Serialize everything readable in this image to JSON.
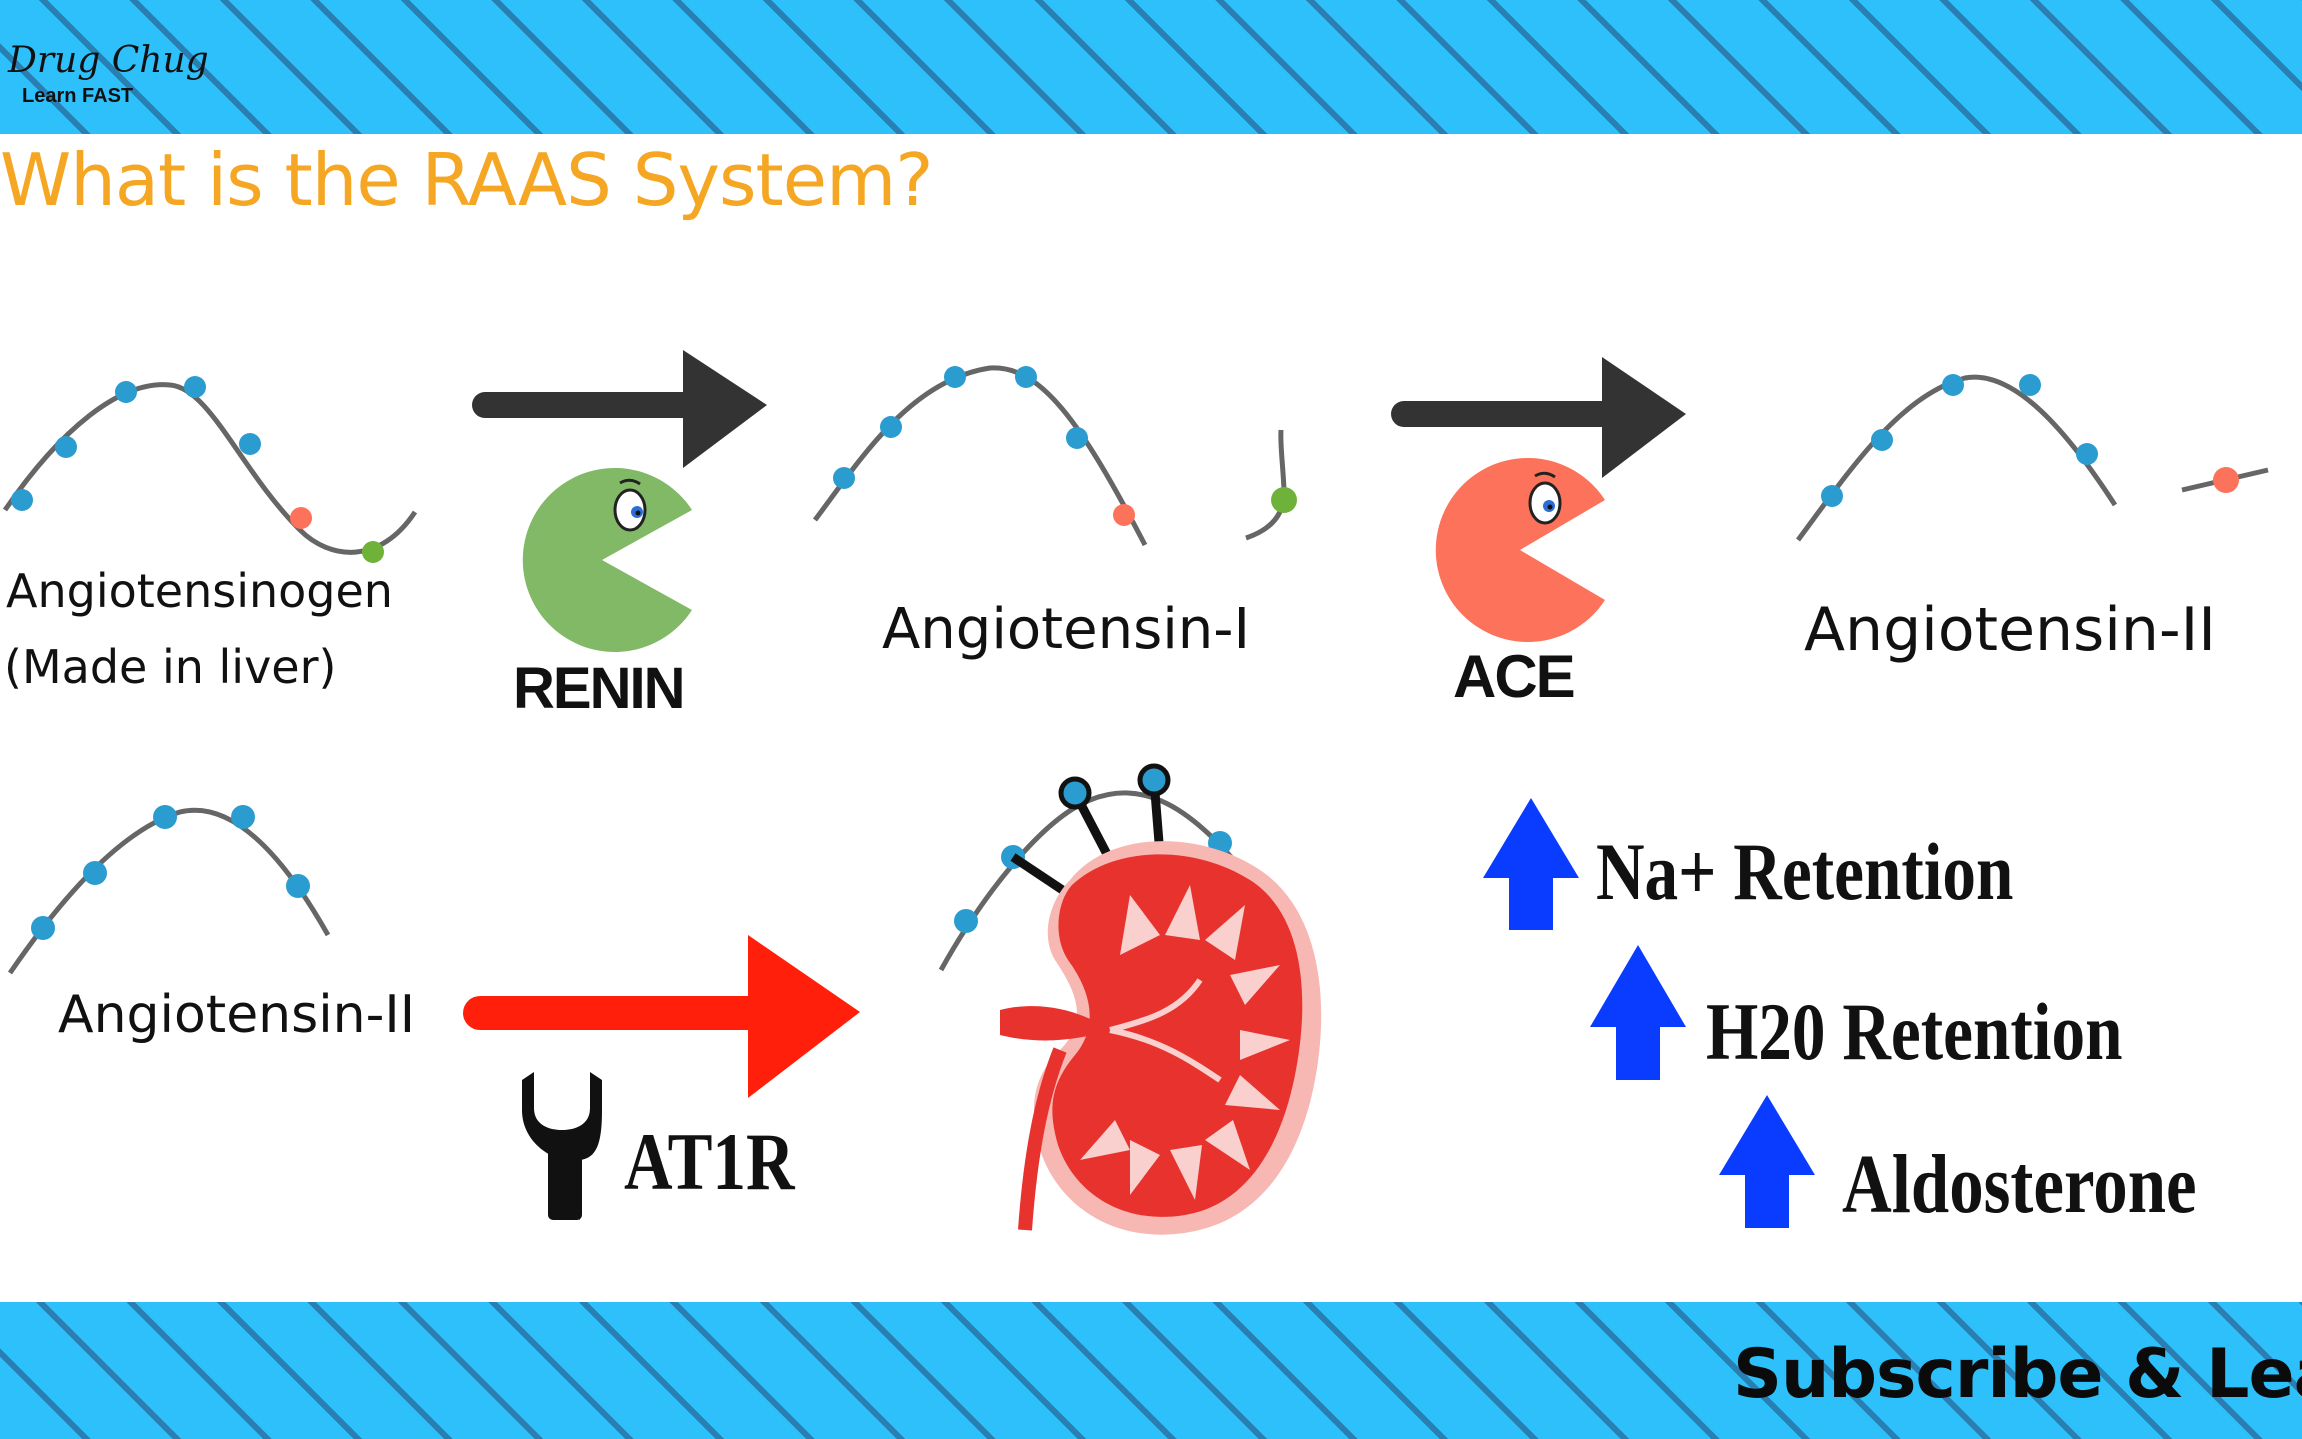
{
  "brand": {
    "name": "Drug Chug",
    "tagline": "Learn FAST"
  },
  "title": "What is the RAAS System?",
  "molecules": {
    "angiotensinogen": "Angiotensinogen",
    "angiotensinogen_note": "(Made in liver)",
    "angiotensin_1": "Angiotensin-I",
    "angiotensin_2": "Angiotensin-II",
    "angiotensin_2_bottom": "Angiotensin-II"
  },
  "enzymes": {
    "renin": "RENIN",
    "ace": "ACE"
  },
  "receptor": {
    "label": "AT1R"
  },
  "effects": [
    {
      "label": "Na+  Retention"
    },
    {
      "label": "H20  Retention"
    },
    {
      "label": "Aldosterone"
    }
  ],
  "footer": {
    "cta": "Subscribe & Lear"
  },
  "colors": {
    "band": "#2ec0fb",
    "title": "#f5a623",
    "renin": "#82b966",
    "ace": "#fd725a",
    "dot_blue": "#2b9cd0",
    "dot_orange": "#fd725a",
    "dot_green": "#6fb23a",
    "arrow_dark": "#333333",
    "arrow_red": "#ff1f0a",
    "arrow_blue": "#0a3cff",
    "kidney": "#e8322d"
  }
}
